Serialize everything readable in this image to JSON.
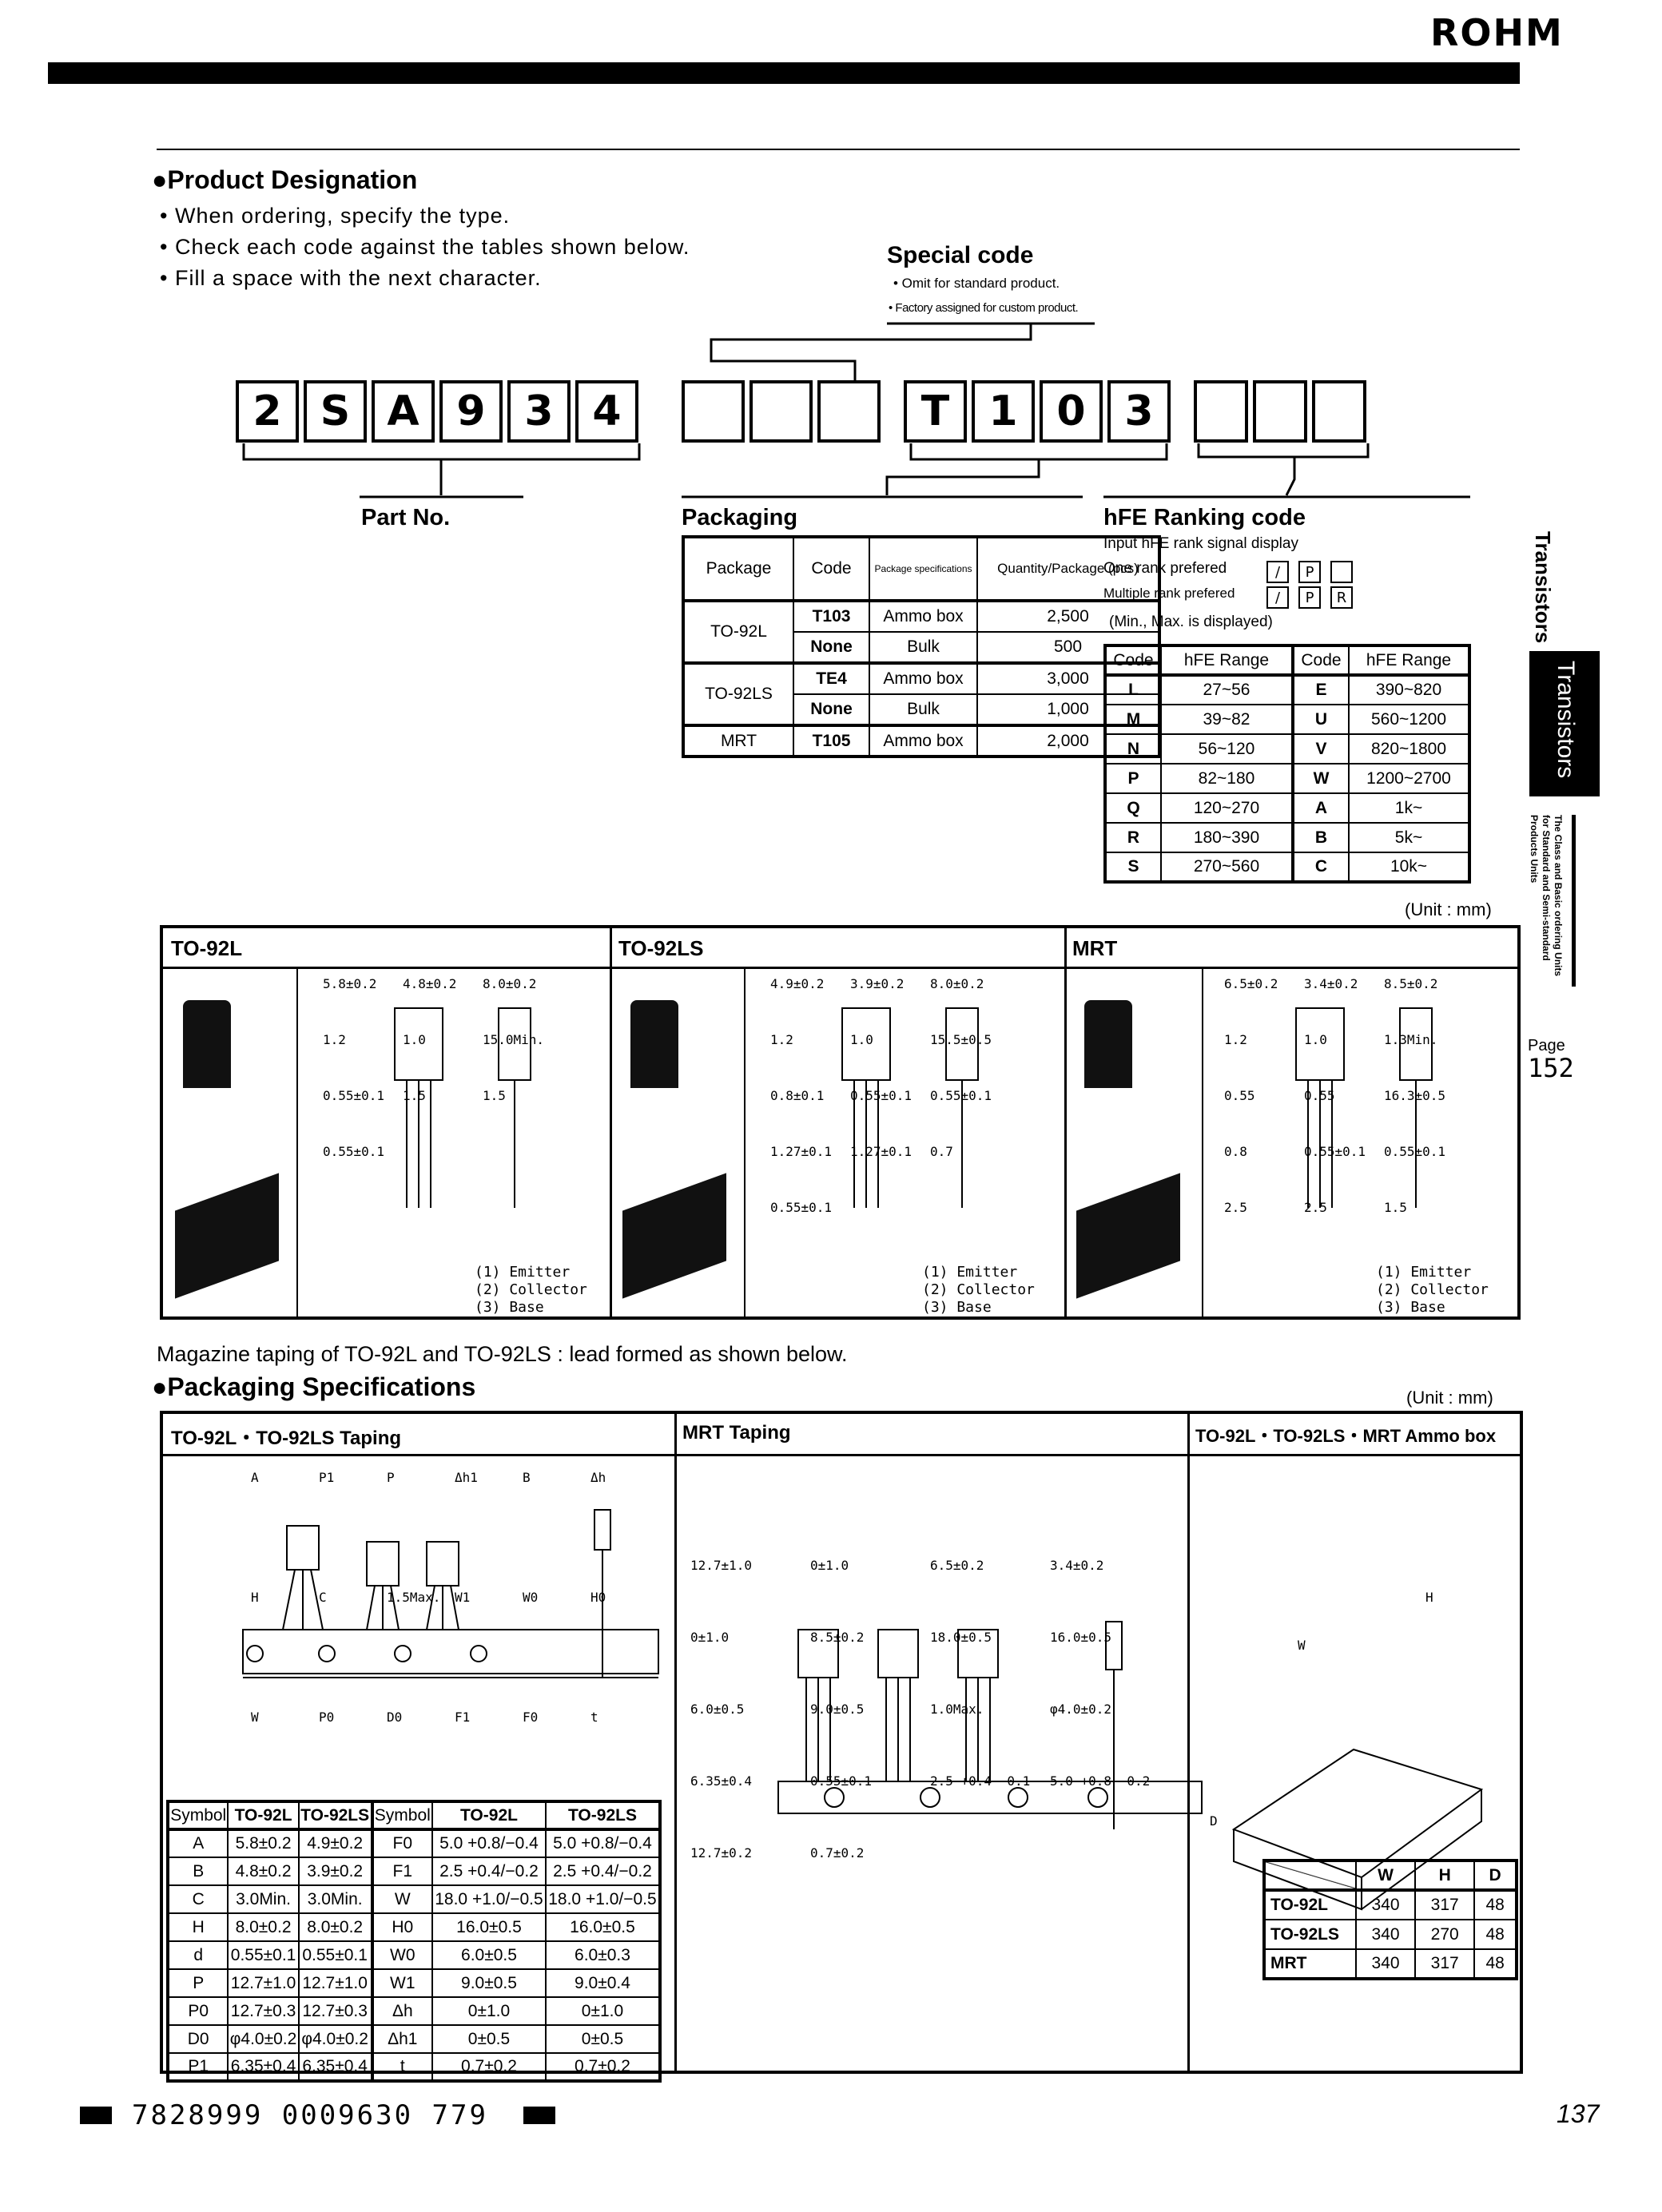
{
  "brand": "ROHM",
  "product_designation": {
    "title": "●Product Designation",
    "bullets": [
      "• When ordering, specify the type.",
      "• Check each code against the tables shown below.",
      "• Fill a space with the next character."
    ]
  },
  "special_code": {
    "title": "Special code",
    "notes": [
      "• Omit for standard product.",
      "• Factory assigned for custom product."
    ]
  },
  "code_boxes": {
    "part": [
      "2",
      "S",
      "A",
      "9",
      "3",
      "4"
    ],
    "blank1": [
      "",
      "",
      ""
    ],
    "packaging": [
      "T",
      "1",
      "0",
      "3"
    ],
    "blank2": [
      "",
      "",
      ""
    ]
  },
  "part_no_label": "Part No.",
  "packaging": {
    "title": "Packaging",
    "headers": [
      "Package",
      "Code",
      "Package specifications",
      "Quantity/Package (pcs)"
    ],
    "rows": [
      {
        "package": "TO-92L",
        "code": "T103",
        "spec": "Ammo box",
        "qty": "2,500"
      },
      {
        "package": "",
        "code": "None",
        "spec": "Bulk",
        "qty": "500"
      },
      {
        "package": "TO-92LS",
        "code": "TE4",
        "spec": "Ammo box",
        "qty": "3,000"
      },
      {
        "package": "",
        "code": "None",
        "spec": "Bulk",
        "qty": "1,000"
      },
      {
        "package": "MRT",
        "code": "T105",
        "spec": "Ammo box",
        "qty": "2,000"
      }
    ]
  },
  "hfe": {
    "title": "hFE Ranking code",
    "line1": "Input hFE rank signal display",
    "line2": "One rank prefered",
    "line2_boxes": [
      "/",
      "P",
      ""
    ],
    "line3": "Multiple rank prefered",
    "line3_boxes": [
      "/",
      "P",
      "R"
    ],
    "line4": "(Min., Max. is displayed)",
    "headers": [
      "Code",
      "hFE Range",
      "Code",
      "hFE Range"
    ],
    "rows": [
      [
        "L",
        "27~56",
        "E",
        "390~820"
      ],
      [
        "M",
        "39~82",
        "U",
        "560~1200"
      ],
      [
        "N",
        "56~120",
        "V",
        "820~1800"
      ],
      [
        "P",
        "82~180",
        "W",
        "1200~2700"
      ],
      [
        "Q",
        "120~270",
        "A",
        "1k~"
      ],
      [
        "R",
        "180~390",
        "B",
        "5k~"
      ],
      [
        "S",
        "270~560",
        "C",
        "10k~"
      ]
    ]
  },
  "side_tab": {
    "label1": "Transistors",
    "label2": "Transistors",
    "label3": "The Class and Basic ordering Units for Standard and Semi-standard Products Units",
    "page_label": "Page",
    "page_num": "152"
  },
  "unit1": "(Unit : mm)",
  "packages": [
    {
      "name": "TO-92L",
      "dims": [
        "5.8±0.2",
        "4.8±0.2",
        "8.0±0.2",
        "1.2",
        "1.0",
        "15.0Min.",
        "0.55±0.1",
        "1.5",
        "1.5",
        "0.55±0.1"
      ],
      "pins": [
        "(1) Emitter",
        "(2) Collector",
        "(3) Base"
      ]
    },
    {
      "name": "TO-92LS",
      "dims": [
        "4.9±0.2",
        "3.9±0.2",
        "8.0±0.2",
        "1.2",
        "1.0",
        "15.5±0.5",
        "0.8±0.1",
        "0.55±0.1",
        "0.55±0.1",
        "1.27±0.1",
        "1.27±0.1",
        "0.7",
        "0.55±0.1"
      ],
      "pins": [
        "(1) Emitter",
        "(2) Collector",
        "(3) Base"
      ]
    },
    {
      "name": "MRT",
      "dims": [
        "6.5±0.2",
        "3.4±0.2",
        "8.5±0.2",
        "1.2",
        "1.0",
        "1.3Min.",
        "0.55",
        "0.55",
        "16.3±0.5",
        "0.8",
        "0.55±0.1",
        "0.55±0.1",
        "2.5",
        "2.5",
        "1.5"
      ],
      "pins": [
        "(1) Emitter",
        "(2) Collector",
        "(3) Base"
      ]
    }
  ],
  "magazine_note": "Magazine taping of TO-92L and TO-92LS : lead formed as shown below.",
  "packaging_spec": {
    "title": "●Packaging Specifications",
    "unit": "(Unit : mm)",
    "col1": "TO-92L・TO-92LS Taping",
    "col2": "MRT Taping",
    "col3": "TO-92L・TO-92LS・MRT Ammo box",
    "mrt_dims": [
      "12.7±1.0",
      "0±1.0",
      "6.5±0.2",
      "3.4±0.2",
      "0±1.0",
      "8.5±0.2",
      "18.0±0.5",
      "16.0±0.5",
      "6.0±0.5",
      "9.0±0.5",
      "1.0Max.",
      "φ4.0±0.2",
      "6.35±0.4",
      "0.55±0.1",
      "2.5 +0.4 −0.1",
      "5.0 +0.8 −0.2",
      "12.7±0.2",
      "0.7±0.2"
    ],
    "taping_labels": [
      "A",
      "P1",
      "P",
      "Δh1",
      "B",
      "Δh",
      "H",
      "C",
      "1.5Max.",
      "W1",
      "W0",
      "H0",
      "W",
      "P0",
      "D0",
      "F1",
      "F0",
      "t"
    ],
    "box_labels": [
      "H",
      "W",
      "D"
    ]
  },
  "symbol_table": {
    "headers": [
      "Symbol",
      "TO-92L",
      "TO-92LS",
      "Symbol",
      "TO-92L",
      "TO-92LS"
    ],
    "rows": [
      [
        "A",
        "5.8±0.2",
        "4.9±0.2",
        "F0",
        "5.0 +0.8/−0.4",
        "5.0 +0.8/−0.4"
      ],
      [
        "B",
        "4.8±0.2",
        "3.9±0.2",
        "F1",
        "2.5 +0.4/−0.2",
        "2.5 +0.4/−0.2"
      ],
      [
        "C",
        "3.0Min.",
        "3.0Min.",
        "W",
        "18.0 +1.0/−0.5",
        "18.0 +1.0/−0.5"
      ],
      [
        "H",
        "8.0±0.2",
        "8.0±0.2",
        "H0",
        "16.0±0.5",
        "16.0±0.5"
      ],
      [
        "d",
        "0.55±0.1",
        "0.55±0.1",
        "W0",
        "6.0±0.5",
        "6.0±0.3"
      ],
      [
        "P",
        "12.7±1.0",
        "12.7±1.0",
        "W1",
        "9.0±0.5",
        "9.0±0.4"
      ],
      [
        "P0",
        "12.7±0.3",
        "12.7±0.3",
        "Δh",
        "0±1.0",
        "0±1.0"
      ],
      [
        "D0",
        "φ4.0±0.2",
        "φ4.0±0.2",
        "Δh1",
        "0±0.5",
        "0±0.5"
      ],
      [
        "P1",
        "6.35±0.4",
        "6.35±0.4",
        "t",
        "0.7±0.2",
        "0.7±0.2"
      ]
    ]
  },
  "ammo_table": {
    "headers": [
      "",
      "W",
      "H",
      "D"
    ],
    "rows": [
      [
        "TO-92L",
        "340",
        "317",
        "48"
      ],
      [
        "TO-92LS",
        "340",
        "270",
        "48"
      ],
      [
        "MRT",
        "340",
        "317",
        "48"
      ]
    ]
  },
  "footer": {
    "barcode": "7828999 0009630 779",
    "page": "137"
  }
}
